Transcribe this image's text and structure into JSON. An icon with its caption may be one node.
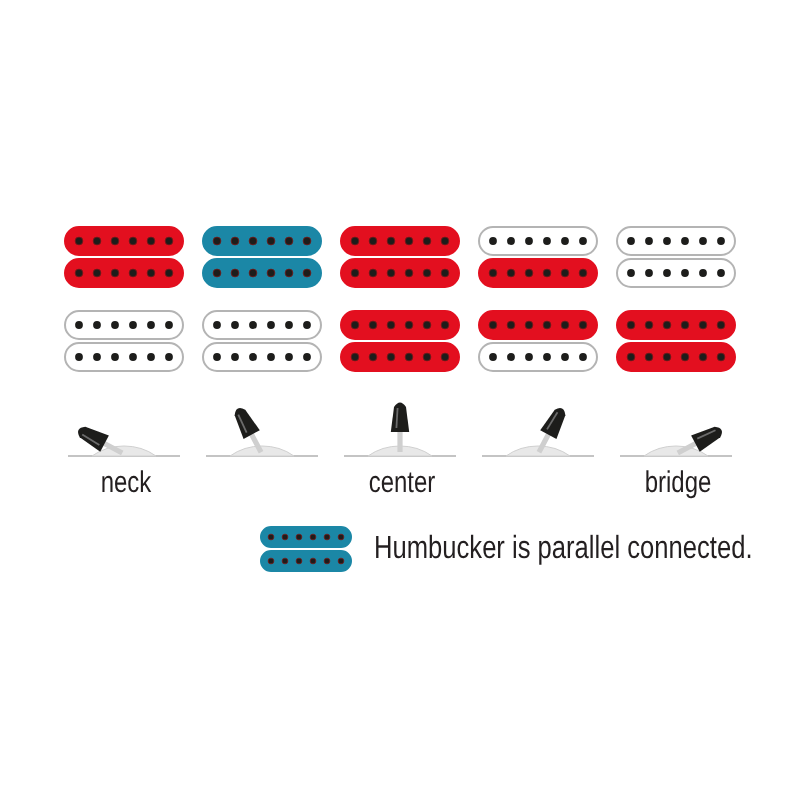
{
  "diagram": {
    "labels": [
      "neck",
      "center",
      "bridge"
    ],
    "legend": [
      {
        "text": "Humbucker is parallel connected.",
        "color": "#1b87a6"
      }
    ]
  }
}
